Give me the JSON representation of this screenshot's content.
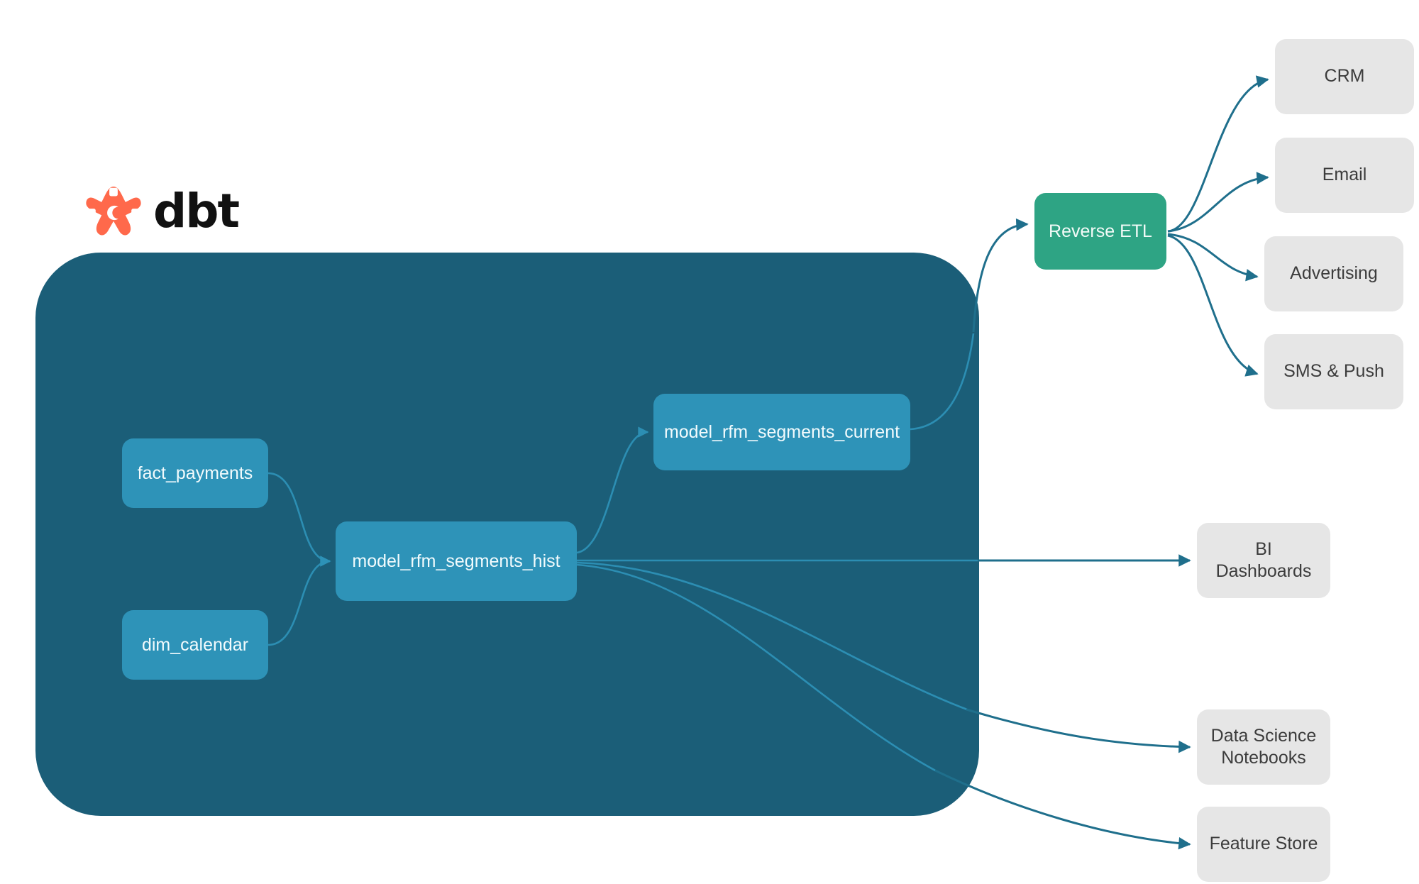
{
  "brand": {
    "mark_icon": "dbt-logo-icon",
    "wordmark": "dbt",
    "mark_color": "#FF694B",
    "wordmark_color": "#111111"
  },
  "colors": {
    "canvas": "#FFFFFF",
    "panel": "#1B5E78",
    "model_node": "#2E93B8",
    "model_text": "#F2FBFD",
    "reverse_etl": "#2EA484",
    "destination_node": "#E6E6E6",
    "destination_text": "#3C3C3C",
    "edge_outer": "#1F6F8C",
    "edge_inner": "#2E93B8"
  },
  "panel": {
    "name": "dbt-project-panel",
    "label": ""
  },
  "models": [
    {
      "id": "fact_payments",
      "label": "fact_payments"
    },
    {
      "id": "dim_calendar",
      "label": "dim_calendar"
    },
    {
      "id": "model_rfm_segments_hist",
      "label": "model_rfm_segments_hist"
    },
    {
      "id": "model_rfm_segments_current",
      "label": "model_rfm_segments_current"
    }
  ],
  "reverse_etl": {
    "id": "reverse_etl",
    "label": "Reverse ETL"
  },
  "activation_destinations": [
    {
      "id": "crm",
      "label": "CRM"
    },
    {
      "id": "email",
      "label": "Email"
    },
    {
      "id": "advertising",
      "label": "Advertising"
    },
    {
      "id": "sms_push",
      "label": "SMS & Push"
    }
  ],
  "analytics_destinations": [
    {
      "id": "bi_dashboards",
      "label": "BI Dashboards"
    },
    {
      "id": "ds_notebooks",
      "label": "Data Science\nNotebooks",
      "line1": "Data Science",
      "line2": "Notebooks"
    },
    {
      "id": "feature_store",
      "label": "Feature Store"
    }
  ],
  "edges": [
    {
      "from": "fact_payments",
      "to": "model_rfm_segments_hist",
      "style": "inner"
    },
    {
      "from": "dim_calendar",
      "to": "model_rfm_segments_hist",
      "style": "inner"
    },
    {
      "from": "model_rfm_segments_hist",
      "to": "model_rfm_segments_current",
      "style": "inner"
    },
    {
      "from": "model_rfm_segments_hist",
      "to": "bi_dashboards",
      "style": "outer"
    },
    {
      "from": "model_rfm_segments_hist",
      "to": "ds_notebooks",
      "style": "outer"
    },
    {
      "from": "model_rfm_segments_hist",
      "to": "feature_store",
      "style": "outer"
    },
    {
      "from": "model_rfm_segments_current",
      "to": "reverse_etl",
      "style": "outer"
    },
    {
      "from": "reverse_etl",
      "to": "crm",
      "style": "outer"
    },
    {
      "from": "reverse_etl",
      "to": "email",
      "style": "outer"
    },
    {
      "from": "reverse_etl",
      "to": "advertising",
      "style": "outer"
    },
    {
      "from": "reverse_etl",
      "to": "sms_push",
      "style": "outer"
    }
  ]
}
